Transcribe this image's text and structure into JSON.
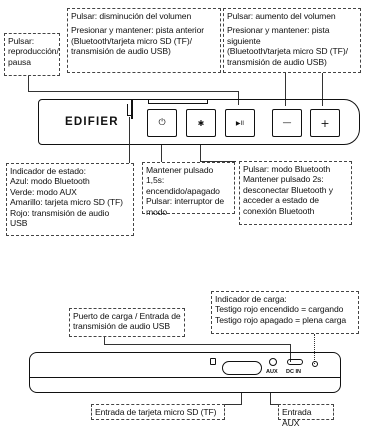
{
  "top_callouts": {
    "play_pause": [
      "Pulsar:",
      "reproducción/",
      "pausa"
    ],
    "volume_down": [
      "Pulsar: disminución del volumen",
      "",
      "Presionar y mantener: pista anterior",
      "(Bluetooth/tarjeta micro SD (TF)/",
      "transmisión de audio USB)"
    ],
    "volume_up": [
      "Pulsar: aumento del volumen",
      "",
      "Presionar y mantener: pista siguiente",
      "(Bluetooth/tarjeta micro SD (TF)/",
      "transmisión de audio USB)"
    ]
  },
  "speaker_top": {
    "logo": "EDIFIER",
    "buttons": [
      {
        "name": "power-button",
        "glyph": "⏻"
      },
      {
        "name": "bluetooth-button",
        "glyph": "✱"
      },
      {
        "name": "play-pause-button",
        "glyph": "▶II"
      },
      {
        "name": "volume-down-button",
        "glyph": "—"
      },
      {
        "name": "volume-up-button",
        "glyph": "+"
      }
    ]
  },
  "bottom_callouts": {
    "status_indicator": [
      "Indicador de estado:",
      "Azul: modo Bluetooth",
      "Verde: modo AUX",
      "Amarillo: tarjeta micro SD (TF)",
      "Rojo: transmisión de audio",
      "USB"
    ],
    "power_mode": [
      "Mantener pulsado 1,5s:",
      "encendido/apagado",
      "Pulsar: interruptor de",
      "modo"
    ],
    "bluetooth": [
      "Pulsar: modo Bluetooth",
      "Mantener pulsado 2s:",
      "desconectar Bluetooth y",
      "acceder a estado de",
      "conexión Bluetooth"
    ]
  },
  "lower_callouts": {
    "charge_indicator": [
      "Indicador de carga:",
      "Testigo rojo encendido = cargando",
      "Testigo rojo apagado = plena carga"
    ],
    "charge_port": [
      "Puerto de carga / Entrada de",
      "transmisión de audio USB"
    ],
    "sd_input": "Entrada de tarjeta micro SD (TF)",
    "aux_input": "Entrada AUX"
  },
  "speaker_bottom": {
    "aux_label": "AUX",
    "dcin_label": "DC IN"
  }
}
